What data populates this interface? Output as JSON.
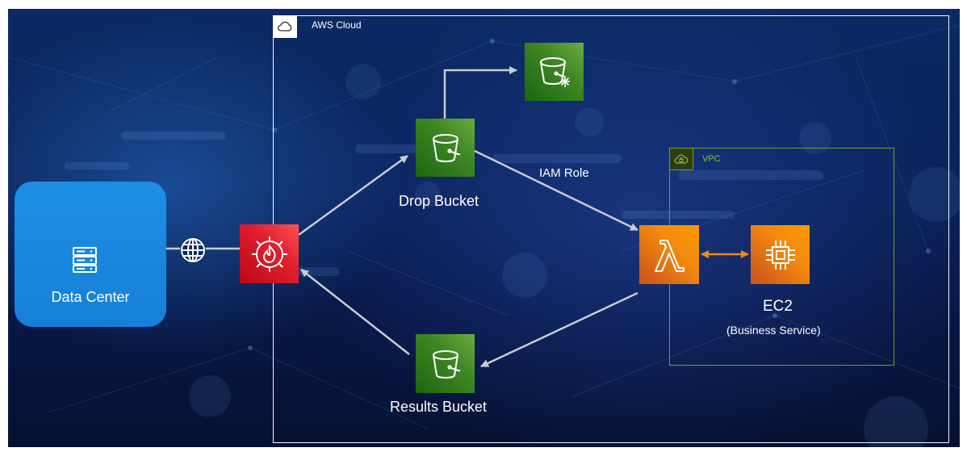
{
  "diagram": {
    "aws_cloud": {
      "label": "AWS Cloud"
    },
    "vpc": {
      "label": "VPC"
    },
    "data_center": {
      "label": "Data Center"
    },
    "drop_bucket": {
      "label": "Drop Bucket"
    },
    "results_bucket": {
      "label": "Results Bucket"
    },
    "iam_role": {
      "label": "IAM Role"
    },
    "ec2": {
      "label": "EC2",
      "sublabel": "(Business Service)"
    },
    "icons": {
      "data_center": "server-icon",
      "internet": "globe-icon",
      "firewall": "network-firewall-icon",
      "drop_bucket": "s3-bucket-icon",
      "glacier": "s3-glacier-icon",
      "results_bucket": "s3-bucket-icon",
      "lambda": "lambda-icon",
      "ec2": "ec2-instance-icon"
    },
    "colors": {
      "background": "#0a2158",
      "data_center": "#1680d8",
      "storage": "#3f8624",
      "security": "#dd2a2f",
      "compute": "#f28a0f",
      "vpc_border": "#7aa116",
      "connector": "#c9ccd2",
      "lambda_ec2_link": "#f28a0f"
    }
  }
}
